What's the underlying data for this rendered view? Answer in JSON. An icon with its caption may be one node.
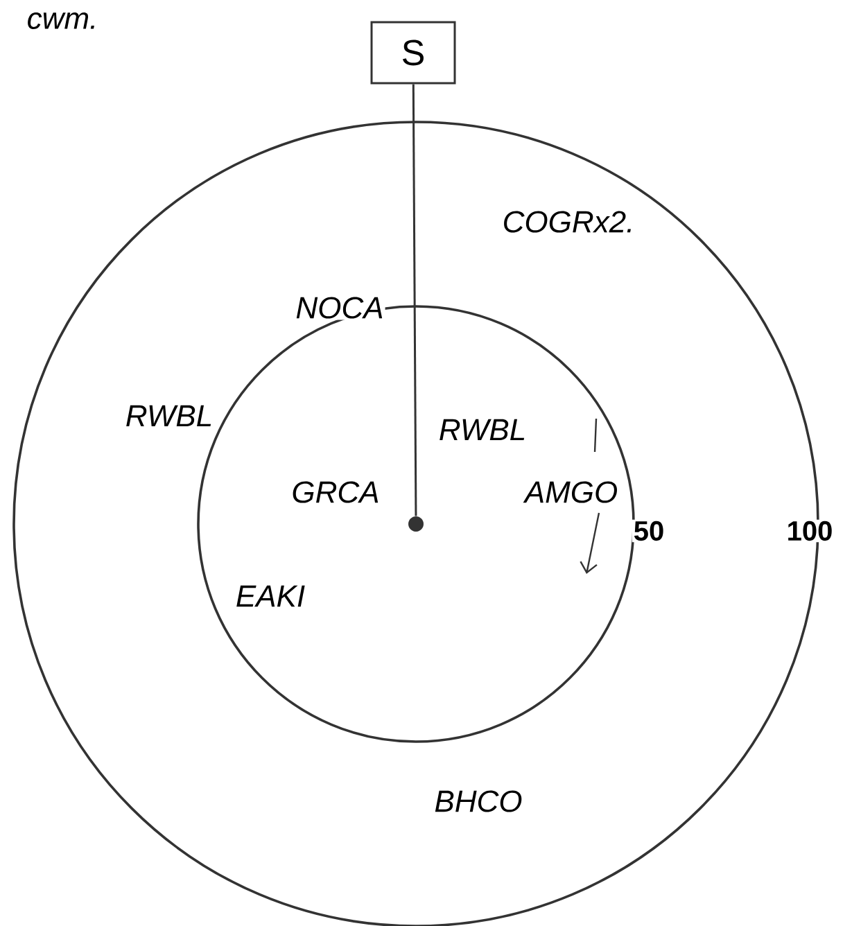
{
  "diagram": {
    "nodes": [
      {
        "text": [
          "S"
        ]
      },
      {
        "text": [],
        "shape": "circle"
      }
    ],
    "edges": [
      {
        "from": 0,
        "to": 1,
        "arrow": "none"
      }
    ],
    "labels": [
      "cwm.",
      "COGRx2.",
      "NOCA",
      "RWBL",
      "RWBL",
      "GRCA",
      "AMGO",
      "50",
      "100",
      "EAKI",
      "BHCO"
    ]
  }
}
